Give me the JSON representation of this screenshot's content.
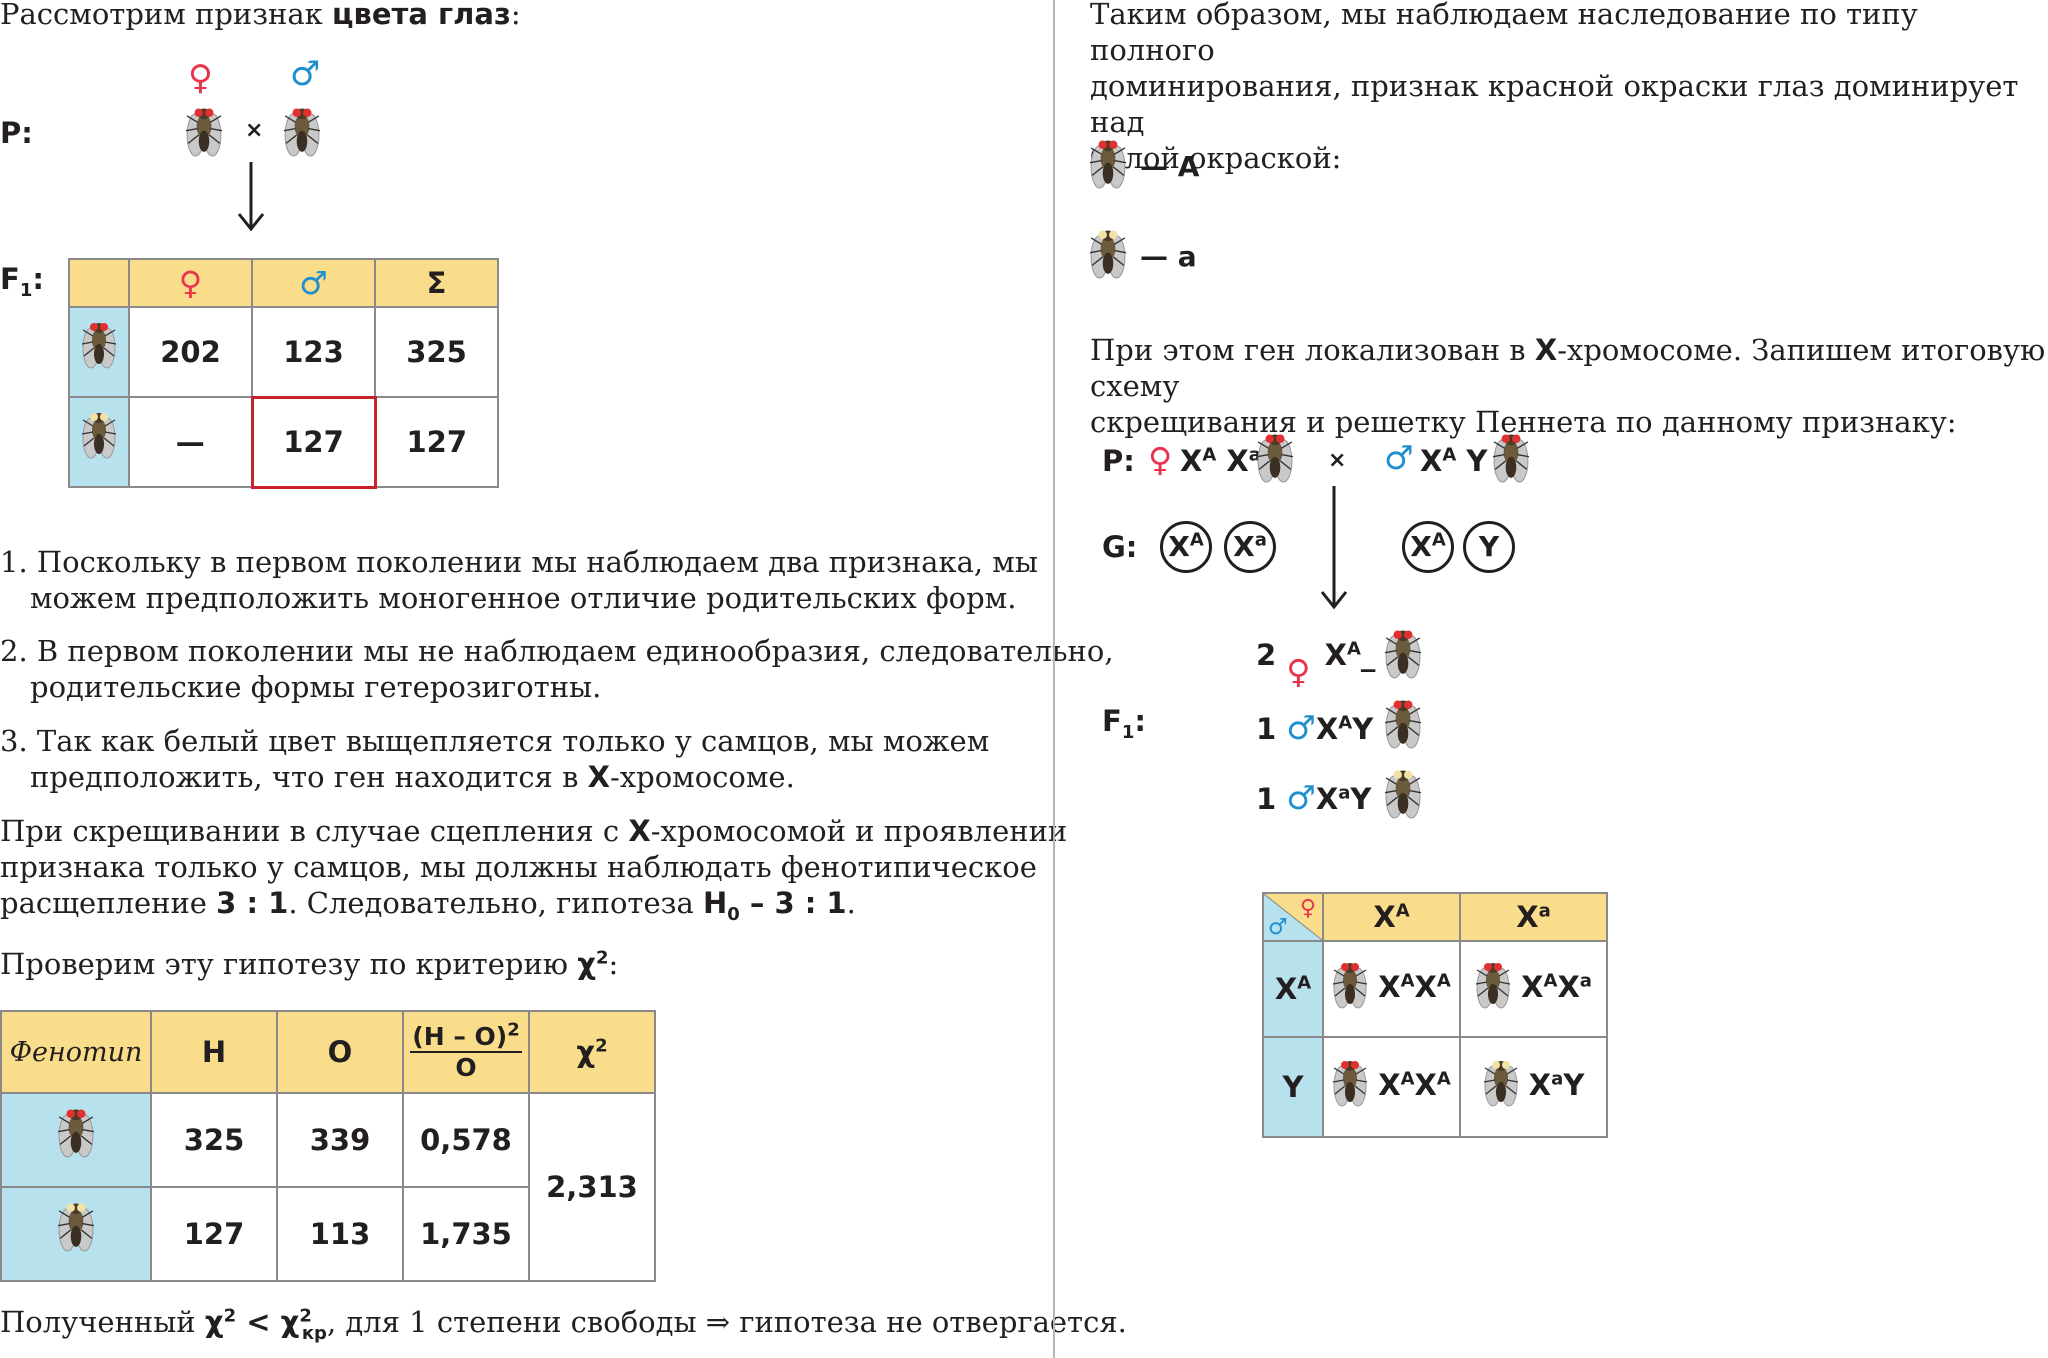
{
  "left": {
    "intro": "Рассмотрим признак ",
    "intro_bold": "цвета глаз",
    "intro_end": ":",
    "p_label": "P:",
    "female_symbol": "♀",
    "male_symbol": "♂",
    "cross": "×",
    "f1_label": "F",
    "f1_sub": "1",
    "f1_colon": ":",
    "f1_table": {
      "headers": [
        "♀",
        "♂",
        "Σ"
      ],
      "rows": [
        {
          "phenotype": "red-eyed",
          "values": [
            "202",
            "123",
            "325"
          ]
        },
        {
          "phenotype": "white-eyed",
          "values": [
            "—",
            "127",
            "127"
          ]
        }
      ]
    },
    "points": [
      {
        "num": "1.",
        "line1": "Поскольку в первом поколении мы наблюдаем два признака, мы",
        "line2": "можем предположить моногенное отличие родительских форм."
      },
      {
        "num": "2.",
        "line1": "В первом поколении мы не наблюдаем единообразия, следовательно,",
        "line2": "родительские формы гетерозиготны."
      },
      {
        "num": "3.",
        "line1": "Так как белый цвет выщепляется только у самцов, мы можем",
        "line2a": "предположить, что ген находится в ",
        "line2b": "X",
        "line2c": "-хромосоме."
      }
    ],
    "para1_l1a": "При скрещивании в случае сцепления с ",
    "para1_l1b": "X",
    "para1_l1c": "-хромосомой и проявлении",
    "para1_l2": "признака только у самцов, мы должны наблюдать фенотипическое",
    "para1_l3a": "расщепление ",
    "para1_l3b": "3 : 1",
    "para1_l3c": ". Следовательно, гипотеза ",
    "para1_l3d": "H",
    "para1_l3e": "0",
    "para1_l3f": " – 3 : 1",
    "para1_l3g": ".",
    "check_text": "Проверим эту гипотезу по критерию ",
    "check_chi": "χ",
    "check_sup": "2",
    "check_end": ":",
    "chi_table": {
      "h_pheno": "Фенотип",
      "h_n": "Н",
      "h_o": "О",
      "h_frac_top": "(Н – О)",
      "h_frac_sup": "2",
      "h_frac_bot": "О",
      "h_chi": "χ",
      "h_chi_sup": "2",
      "rows": [
        {
          "n": "325",
          "o": "339",
          "v": "0,578"
        },
        {
          "n": "127",
          "o": "113",
          "v": "1,735"
        }
      ],
      "total": "2,313"
    },
    "concl_a": "Полученный ",
    "concl_chi": "χ",
    "concl_sup": "2",
    "concl_lt": " < χ",
    "concl_sup2": "2",
    "concl_sub2": "кр",
    "concl_b": ", для 1 степени свободы ⇒ гипотеза не отвергается."
  },
  "right": {
    "p1_l1": "Таким образом, мы наблюдаем наследование по типу полного",
    "p1_l2": "доминирования, признак красной окраски глаз доминирует над",
    "p1_l3": "белой окраской:",
    "legend_a": "— A",
    "legend_b": "— a",
    "p2_l1a": "При этом ген локализован в ",
    "p2_l1b": "X",
    "p2_l1c": "-хромосоме. Запишем итоговую схему",
    "p2_l2": "скрещивания и решетку Пеннета по данному признаку:",
    "p_label": "P:",
    "p_female": "X",
    "g_label": "G:",
    "f1_label": "F",
    "f1_sub": "1",
    "f1_colon": ":",
    "offspring": [
      {
        "count": "2",
        "sym": "♀",
        "geno": "X",
        "sup": "A",
        "tail": "_"
      },
      {
        "count": "1",
        "sym": "♂",
        "geno": "X",
        "sup": "A",
        "tail": "Y"
      },
      {
        "count": "1",
        "sym": "♂",
        "geno": "X",
        "sup": "a",
        "tail": "Y"
      }
    ],
    "punnett": {
      "col_heads": [
        {
          "base": "X",
          "sup": "A"
        },
        {
          "base": "X",
          "sup": "a"
        }
      ],
      "row_heads": [
        {
          "base": "X",
          "sup": "A"
        },
        {
          "base": "Y",
          "sup": ""
        }
      ]
    }
  }
}
